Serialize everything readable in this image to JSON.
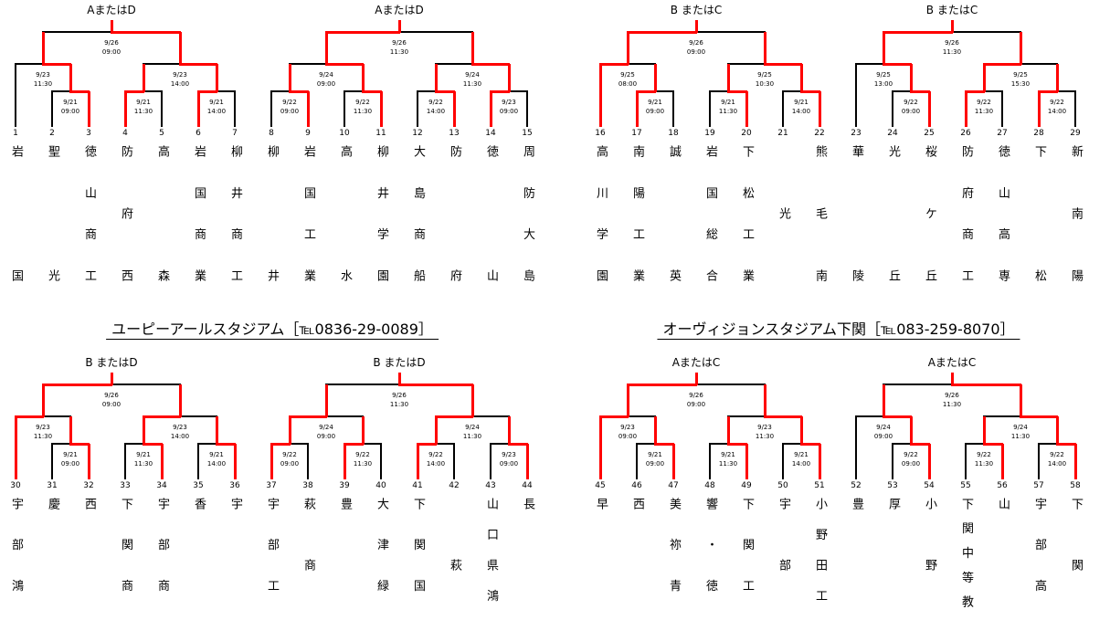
{
  "venues": [
    {
      "name": "ユーピーアールスタジアム［℡0836-29-0089］"
    },
    {
      "name": "オーヴィジョンスタジアム下関［℡083-259-8070］"
    }
  ],
  "colors": {
    "decided": "#ff0000",
    "line": "#000000"
  },
  "brackets": [
    {
      "title": "AまたはD",
      "teams": [
        {
          "no": "1",
          "name": "岩国",
          "slots": 2
        },
        {
          "no": "2",
          "name": "聖光",
          "slots": 2
        },
        {
          "no": "3",
          "name": "徳山商工",
          "slots": 4
        },
        {
          "no": "4",
          "name": "防府西",
          "slots": 3
        },
        {
          "no": "5",
          "name": "高森",
          "slots": 2
        },
        {
          "no": "6",
          "name": "岩国商業",
          "slots": 4
        },
        {
          "no": "7",
          "name": "柳井商工",
          "slots": 4
        }
      ],
      "r1": [
        {
          "date": "9/21",
          "time": "09:00",
          "winner": "3"
        },
        {
          "date": "9/21",
          "time": "11:30",
          "winner": "4"
        },
        {
          "date": "9/21",
          "time": "14:00",
          "winner": "6"
        }
      ],
      "qf": [
        {
          "date": "9/23",
          "time": "11:30",
          "winner": "3"
        },
        {
          "date": "9/23",
          "time": "14:00",
          "winner": "6"
        }
      ],
      "sf": {
        "date": "9/26",
        "time": "09:00",
        "winner": "6"
      }
    },
    {
      "title": "AまたはD",
      "teams": [
        {
          "no": "8",
          "name": "柳井",
          "slots": 2
        },
        {
          "no": "9",
          "name": "岩国工業",
          "slots": 4
        },
        {
          "no": "10",
          "name": "高水",
          "slots": 2
        },
        {
          "no": "11",
          "name": "柳井学園",
          "slots": 4
        },
        {
          "no": "12",
          "name": "大島商船",
          "slots": 4
        },
        {
          "no": "13",
          "name": "防府",
          "slots": 2
        },
        {
          "no": "14",
          "name": "徳山",
          "slots": 2
        },
        {
          "no": "15",
          "name": "周防大島",
          "slots": 4
        }
      ],
      "r1": [
        {
          "date": "9/22",
          "time": "09:00",
          "winner": "9"
        },
        {
          "date": "9/22",
          "time": "11:30",
          "winner": "11"
        },
        {
          "date": "9/22",
          "time": "14:00",
          "winner": "13"
        },
        {
          "date": "9/23",
          "time": "09:00",
          "winner": "14"
        }
      ],
      "qf": [
        {
          "date": "9/24",
          "time": "09:00",
          "winner": "11"
        },
        {
          "date": "9/24",
          "time": "11:30",
          "winner": "14"
        }
      ],
      "sf": {
        "date": "9/26",
        "time": "11:30",
        "winner": "11"
      }
    },
    {
      "title": "B またはC",
      "teams": [
        {
          "no": "16",
          "name": "高川学園",
          "slots": 4
        },
        {
          "no": "17",
          "name": "南陽工業",
          "slots": 4
        },
        {
          "no": "18",
          "name": "誠英",
          "slots": 2
        },
        {
          "no": "19",
          "name": "岩国総合",
          "slots": 4
        },
        {
          "no": "20",
          "name": "下松工業",
          "slots": 4
        },
        {
          "no": "21",
          "name": "光",
          "slots": 1
        },
        {
          "no": "22",
          "name": "熊毛南",
          "slots": 3
        }
      ],
      "r1": [
        {
          "date": "9/21",
          "time": "09:00",
          "winner": "17"
        },
        {
          "date": "9/21",
          "time": "11:30",
          "winner": "20"
        },
        {
          "date": "9/21",
          "time": "14:00",
          "winner": "22"
        }
      ],
      "qf": [
        {
          "date": "9/25",
          "time": "08:00",
          "winner": "16"
        },
        {
          "date": "9/25",
          "time": "10:30",
          "winner": "22"
        }
      ],
      "sf": {
        "date": "9/26",
        "time": "09:00",
        "winner": "16"
      }
    },
    {
      "title": "B またはC",
      "teams": [
        {
          "no": "23",
          "name": "華陵",
          "slots": 2
        },
        {
          "no": "24",
          "name": "光丘",
          "slots": 2
        },
        {
          "no": "25",
          "name": "桜ケ丘",
          "slots": 3
        },
        {
          "no": "26",
          "name": "防府商工",
          "slots": 4
        },
        {
          "no": "27",
          "name": "徳山高専",
          "slots": 4
        },
        {
          "no": "28",
          "name": "下松",
          "slots": 2
        },
        {
          "no": "29",
          "name": "新南陽",
          "slots": 3
        }
      ],
      "r1": [
        {
          "date": "9/22",
          "time": "09:00",
          "winner": "25"
        },
        {
          "date": "9/22",
          "time": "11:30",
          "winner": "26"
        },
        {
          "date": "9/22",
          "time": "14:00",
          "winner": "28"
        }
      ],
      "qf": [
        {
          "date": "9/25",
          "time": "13:00",
          "winner": "25"
        },
        {
          "date": "9/25",
          "time": "15:30",
          "winner": "26"
        }
      ],
      "sf": {
        "date": "9/26",
        "time": "11:30",
        "winner": "25"
      }
    },
    {
      "title": "B またはD",
      "teams": [
        {
          "no": "30",
          "name": "宇部鴻",
          "slots": 4
        },
        {
          "no": "31",
          "name": "慶",
          "slots": 2
        },
        {
          "no": "32",
          "name": "西",
          "slots": 2
        },
        {
          "no": "33",
          "name": "下関商",
          "slots": 4
        },
        {
          "no": "34",
          "name": "宇部商",
          "slots": 4
        },
        {
          "no": "35",
          "name": "香",
          "slots": 2
        },
        {
          "no": "36",
          "name": "宇",
          "slots": 2
        }
      ],
      "r1": [
        {
          "date": "9/21",
          "time": "09:00",
          "winner": "32"
        },
        {
          "date": "9/21",
          "time": "11:30",
          "winner": "34"
        },
        {
          "date": "9/21",
          "time": "14:00",
          "winner": "36"
        }
      ],
      "qf": [
        {
          "date": "9/23",
          "time": "11:30",
          "winner": "30"
        },
        {
          "date": "9/23",
          "time": "14:00",
          "winner": "34"
        }
      ],
      "sf": {
        "date": "9/26",
        "time": "09:00",
        "winner": "30"
      }
    },
    {
      "title": "B またはD",
      "teams": [
        {
          "no": "37",
          "name": "宇部工",
          "slots": 4
        },
        {
          "no": "38",
          "name": "萩商",
          "slots": 3
        },
        {
          "no": "39",
          "name": "豊",
          "slots": 2
        },
        {
          "no": "40",
          "name": "大津緑",
          "slots": 4
        },
        {
          "no": "41",
          "name": "下関国",
          "slots": 4
        },
        {
          "no": "42",
          "name": "萩",
          "slots": 1
        },
        {
          "no": "43",
          "name": "山口県鴻",
          "slots": 5
        },
        {
          "no": "44",
          "name": "長",
          "slots": 2
        }
      ],
      "r1": [
        {
          "date": "9/22",
          "time": "09:00",
          "winner": "37"
        },
        {
          "date": "9/22",
          "time": "11:30",
          "winner": "39"
        },
        {
          "date": "9/22",
          "time": "14:00",
          "winner": "41"
        },
        {
          "date": "9/23",
          "time": "09:00",
          "winner": "44"
        }
      ],
      "qf": [
        {
          "date": "9/24",
          "time": "09:00",
          "winner": "37"
        },
        {
          "date": "9/24",
          "time": "11:30",
          "winner": "41"
        }
      ],
      "sf": {
        "date": "9/26",
        "time": "11:30",
        "winner": "41"
      }
    },
    {
      "title": "AまたはC",
      "teams": [
        {
          "no": "45",
          "name": "早",
          "slots": 2
        },
        {
          "no": "46",
          "name": "西",
          "slots": 2
        },
        {
          "no": "47",
          "name": "美祢青",
          "slots": 4
        },
        {
          "no": "48",
          "name": "響・徳",
          "slots": 4
        },
        {
          "no": "49",
          "name": "下関工",
          "slots": 4
        },
        {
          "no": "50",
          "name": "宇部",
          "slots": 3
        },
        {
          "no": "51",
          "name": "小野田工",
          "slots": 5
        }
      ],
      "r1": [
        {
          "date": "9/21",
          "time": "09:00",
          "winner": "47"
        },
        {
          "date": "9/21",
          "time": "11:30",
          "winner": "49"
        },
        {
          "date": "9/21",
          "time": "14:00",
          "winner": "51"
        }
      ],
      "qf": [
        {
          "date": "9/23",
          "time": "09:00",
          "winner": "45"
        },
        {
          "date": "9/23",
          "time": "11:30",
          "winner": "51"
        }
      ],
      "sf": {
        "date": "9/26",
        "time": "09:00",
        "winner": "45"
      }
    },
    {
      "title": "AまたはC",
      "teams": [
        {
          "no": "52",
          "name": "豊",
          "slots": 2
        },
        {
          "no": "53",
          "name": "厚",
          "slots": 2
        },
        {
          "no": "54",
          "name": "小野",
          "slots": 3
        },
        {
          "no": "55",
          "name": "下関中等教",
          "slots": 6
        },
        {
          "no": "56",
          "name": "山",
          "slots": 2
        },
        {
          "no": "57",
          "name": "宇部高",
          "slots": 4
        },
        {
          "no": "58",
          "name": "下関",
          "slots": 3
        }
      ],
      "r1": [
        {
          "date": "9/22",
          "time": "09:00",
          "winner": "54"
        },
        {
          "date": "9/22",
          "time": "11:30",
          "winner": "56"
        },
        {
          "date": "9/22",
          "time": "14:00",
          "winner": "58"
        }
      ],
      "qf": [
        {
          "date": "9/24",
          "time": "09:00",
          "winner": "54"
        },
        {
          "date": "9/24",
          "time": "11:30",
          "winner": "58"
        }
      ],
      "sf": {
        "date": "9/26",
        "time": "11:30",
        "winner": "58"
      }
    }
  ]
}
